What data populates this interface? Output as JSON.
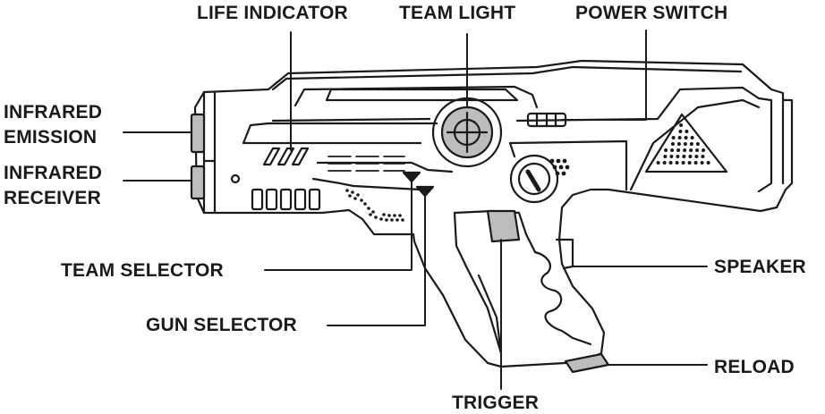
{
  "labels": {
    "life_indicator": "LIFE INDICATOR",
    "team_light": "TEAM LIGHT",
    "power_switch": "POWER SWITCH",
    "infrared_emission_1": "INFRARED",
    "infrared_emission_2": "EMISSION",
    "infrared_receiver_1": "INFRARED",
    "infrared_receiver_2": "RECEIVER",
    "team_selector": "TEAM SELECTOR",
    "gun_selector": "GUN SELECTOR",
    "speaker": "SPEAKER",
    "reload": "RELOAD",
    "trigger": "TRIGGER"
  },
  "colors": {
    "ink": "#1a1a1a",
    "accent_gray": "#bdbdbd",
    "background": "#ffffff"
  }
}
